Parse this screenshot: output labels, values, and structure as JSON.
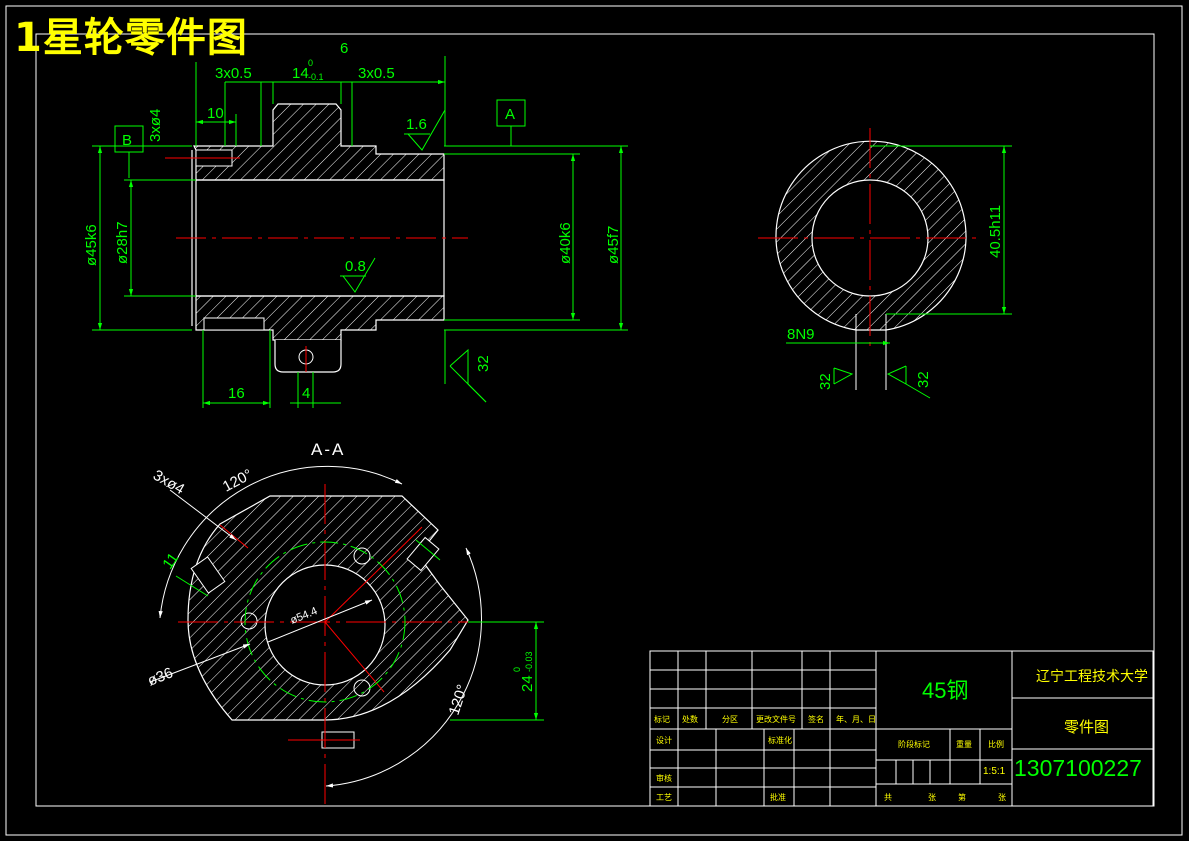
{
  "title": "1星轮零件图",
  "colors": {
    "background": "#000000",
    "outline": "#ffffff",
    "dimension": "#00ff00",
    "center": "#ff0000",
    "title": "#ffff00"
  },
  "views": {
    "front": {
      "dims": {
        "chamfer_left": "3x0.5",
        "slot_width": "14",
        "slot_tol": "0",
        "slot_tol_lower": "-0.1",
        "chamfer_right": "3x0.5",
        "top_len": "6",
        "hub_len": "10",
        "holes": "3xø4",
        "dia_outer_left": "ø45k6",
        "dia_bore": "ø28h7",
        "dia_inner_right": "ø40k6",
        "dia_outer_right": "ø45f7",
        "roughness_top": "1.6",
        "roughness_bore": "0.8",
        "roughness_general": "32",
        "len_16": "16",
        "len_4": "4"
      },
      "datums": {
        "a": "A",
        "b": "B"
      }
    },
    "side": {
      "dims": {
        "dia": "40.5h11",
        "key_width": "8N9",
        "roughness_left": "32",
        "roughness_right": "32"
      }
    },
    "section": {
      "label": "A-A",
      "dims": {
        "angle_top": "120°",
        "angle_right": "120°",
        "holes": "3xø4",
        "len_11": "11",
        "pcd": "ø54.4",
        "dia_36": "ø36",
        "slot_dim": "24",
        "slot_tol": "0",
        "slot_tol_lower": "-0.03"
      }
    }
  },
  "title_block": {
    "material": "45钢",
    "school": "辽宁工程技术大学",
    "drawing_name": "零件图",
    "drawing_number": "1307100227",
    "scale": "1:5:1",
    "headers": [
      "标记",
      "处数",
      "分区",
      "更改文件号",
      "签名",
      "年、月、日"
    ],
    "row_labels": [
      "设计",
      "标准化",
      "审核",
      "工艺",
      "批准"
    ],
    "stage_labels": [
      "阶段标记",
      "重量",
      "比例"
    ],
    "bottom_labels": [
      "共",
      "张",
      "第",
      "张"
    ]
  }
}
